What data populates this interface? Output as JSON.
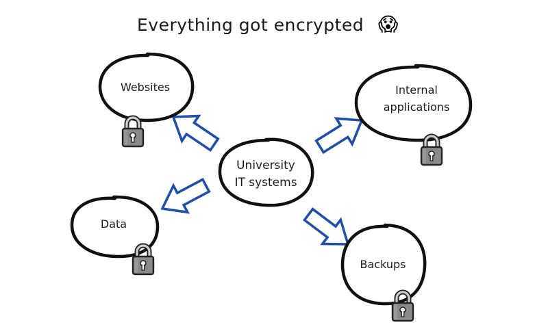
{
  "title": "Everything got encrypted",
  "title_emoji": "😱",
  "center": {
    "line1": "University",
    "line2": "IT systems"
  },
  "nodes": {
    "websites": "Websites",
    "internal": {
      "line1": "Internal",
      "line2": "applications"
    },
    "data": "Data",
    "backups": "Backups"
  },
  "colors": {
    "arrow": "#1f4fa8",
    "ink": "#111111",
    "lock_body": "#8a8a8a",
    "lock_shackle": "#c8c8c8"
  }
}
